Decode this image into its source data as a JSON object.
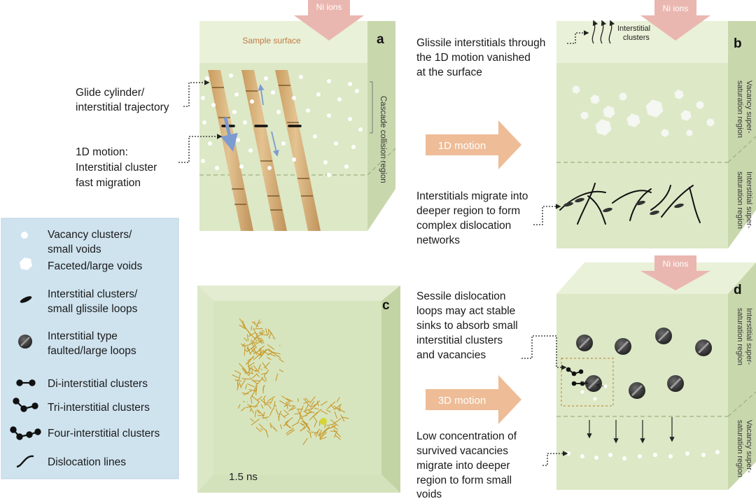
{
  "ion_label": "Ni ions",
  "panel_a": {
    "letter": "a",
    "surface_label": "Sample surface",
    "region_label": "Cascade collision region",
    "glide_label_1": "Glide cylinder/",
    "glide_label_2": "interstitial trajectory",
    "motion_label_1": "1D motion:",
    "motion_label_2": "Interstitial cluster",
    "motion_label_3": "fast migration"
  },
  "panel_b": {
    "letter": "b",
    "top_label_1": "Glissile interstitials through",
    "top_label_2": "the 1D motion vanished",
    "top_label_3": "at the surface",
    "clusters_label_1": "Interstitial",
    "clusters_label_2": "clusters",
    "region_top_1": "Vacancy super-",
    "region_top_2": "saturation region",
    "region_bottom_1": "Interstitial super-",
    "region_bottom_2": "saturation region",
    "bottom_label_1": "Interstitials migrate into",
    "bottom_label_2": "deeper region to form",
    "bottom_label_3": "complex dislocation",
    "bottom_label_4": "networks"
  },
  "arrow_1d": "1D motion",
  "arrow_3d": "3D motion",
  "panel_c": {
    "letter": "c",
    "time": "1.5 ns"
  },
  "panel_d": {
    "letter": "d",
    "region_top_1": "Interstitial super-",
    "region_top_2": "saturation region",
    "region_bottom_1": "Vacancy super-",
    "region_bottom_2": "saturation region",
    "top_label_1": "Sessile dislocation",
    "top_label_2": "loops may act stable",
    "top_label_3": "sinks to absorb small",
    "top_label_4": "interstitial clusters",
    "top_label_5": "and vacancies",
    "bottom_label_1": "Low concentration of",
    "bottom_label_2": "survived vacancies",
    "bottom_label_3": "migrate into deeper",
    "bottom_label_4": "region to form small",
    "bottom_label_5": "voids"
  },
  "legend": {
    "items": [
      {
        "icon": "vacancy-cluster-icon",
        "line1": "Vacancy clusters/",
        "line2": "small voids"
      },
      {
        "icon": "faceted-void-icon",
        "line1": "Faceted/large voids",
        "line2": ""
      },
      {
        "icon": "interstitial-cluster-icon",
        "line1": "Interstitial clusters/",
        "line2": "small glissile loops"
      },
      {
        "icon": "faulted-loop-icon",
        "line1": "Interstitial type",
        "line2": "faulted/large loops"
      },
      {
        "icon": "di-interstitial-icon",
        "line1": "Di-interstitial clusters",
        "line2": ""
      },
      {
        "icon": "tri-interstitial-icon",
        "line1": "Tri-interstitial clusters",
        "line2": ""
      },
      {
        "icon": "four-interstitial-icon",
        "line1": "Four-interstitial clusters",
        "line2": ""
      },
      {
        "icon": "dislocation-line-icon",
        "line1": "Dislocation lines",
        "line2": ""
      }
    ]
  },
  "colors": {
    "cube_front": "#dde8c6",
    "cube_top": "#e9f1d8",
    "cube_side": "#c8d6ab",
    "ion_arrow": "#eab7b0",
    "motion_arrow": "#eebc97",
    "legend_bg": "#cfe3ef",
    "cylinder": "#d9b47c"
  }
}
